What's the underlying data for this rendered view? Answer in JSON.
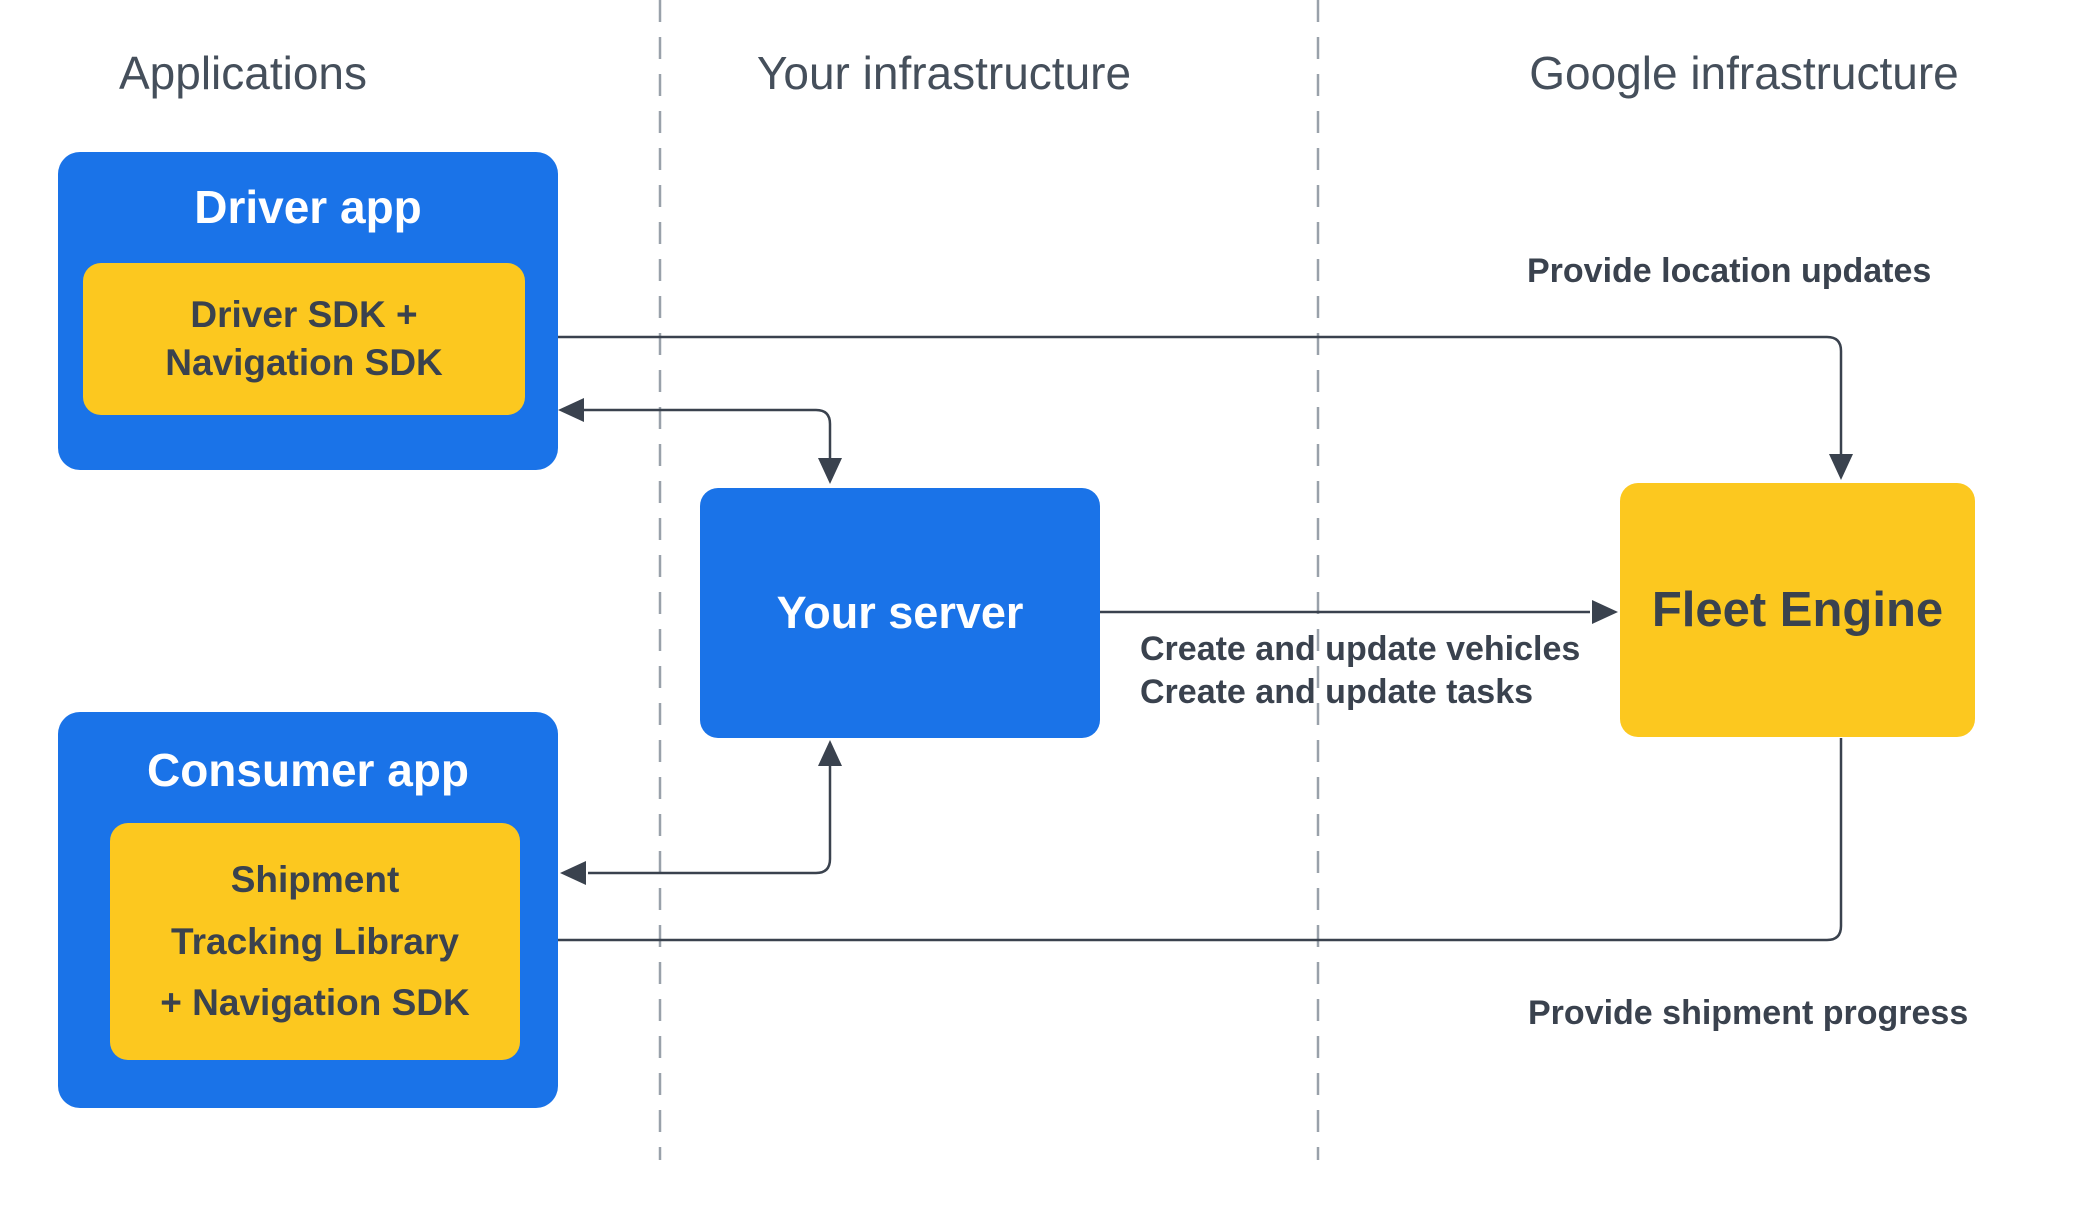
{
  "columns": [
    {
      "label": "Applications"
    },
    {
      "label": "Your infrastructure"
    },
    {
      "label": "Google infrastructure"
    }
  ],
  "nodes": {
    "driver_app": {
      "label": "Driver app",
      "sdk_lines": [
        "Driver SDK +",
        "Navigation SDK"
      ]
    },
    "consumer_app": {
      "label": "Consumer app",
      "sdk_lines": [
        "Shipment",
        "Tracking Library",
        "+ Navigation SDK"
      ]
    },
    "your_server": {
      "label": "Your server"
    },
    "fleet_engine": {
      "label": "Fleet Engine"
    }
  },
  "edges": {
    "location_updates": {
      "label": "Provide location updates",
      "between": [
        "Driver SDK + Navigation SDK",
        "Fleet Engine"
      ],
      "bidirectional": true
    },
    "driver_app_server": {
      "between": [
        "Driver app",
        "Your server"
      ],
      "bidirectional": true
    },
    "consumer_app_server": {
      "between": [
        "Consumer app",
        "Your server"
      ],
      "bidirectional": true
    },
    "create_update": {
      "lines": [
        "Create and update vehicles",
        "Create and update tasks"
      ],
      "from": "Your server",
      "to": "Fleet Engine"
    },
    "shipment_progress": {
      "label": "Provide shipment progress",
      "from": "Fleet Engine",
      "to": "Shipment Tracking Library + Navigation SDK"
    }
  },
  "colors": {
    "bg": "#ffffff",
    "blue": "#1a73e8",
    "yellow": "#fcc81f",
    "ink": "#3a424e",
    "header": "#454f5b",
    "dash": "#99a1aa"
  }
}
